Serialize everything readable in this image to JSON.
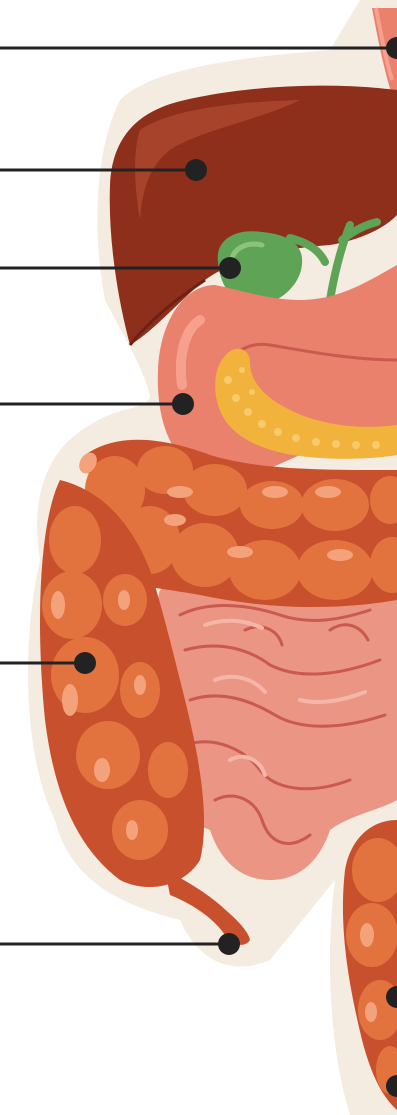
{
  "diagram": {
    "subject": "digestive-system-anatomy",
    "labels_printed": false,
    "colors": {
      "background": "#ffffff",
      "halo": "#f4ebe1",
      "liver": "#8e2f1c",
      "liver_highlight": "#a8432b",
      "gallbladder": "#5fa356",
      "stomach": "#e9816c",
      "stomach_highlight": "#f6a08d",
      "pancreas": "#f1b33b",
      "large_intestine": "#e2733f",
      "large_intestine_dark": "#c9502d",
      "small_intestine": "#eb9585",
      "small_intestine_dark": "#c95a4d",
      "leader": "#222222"
    },
    "callouts": [
      {
        "id": "esophagus-pointer"
      },
      {
        "id": "liver-pointer"
      },
      {
        "id": "gallbladder-pointer"
      },
      {
        "id": "stomach-pointer"
      },
      {
        "id": "large-intestine-pointer"
      },
      {
        "id": "appendix-pointer"
      },
      {
        "id": "rectum-pointer"
      },
      {
        "id": "anus-pointer"
      }
    ]
  }
}
